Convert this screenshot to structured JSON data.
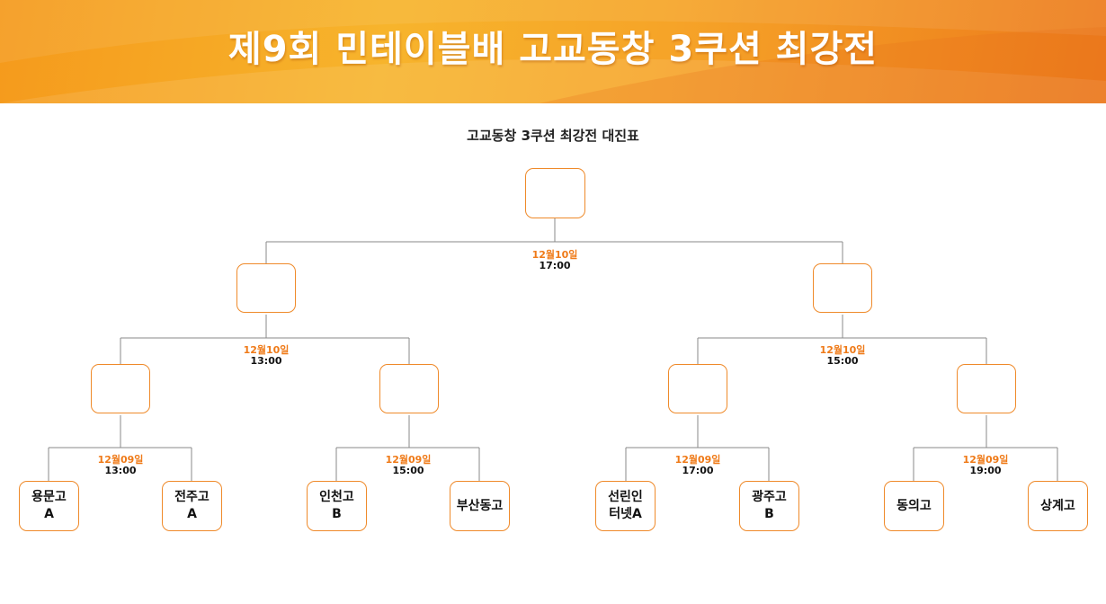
{
  "header": {
    "title": "제9회 민테이블배 고교동창 3쿠션 최강전",
    "subtitle": "고교동창 3쿠션 최강전 대진표"
  },
  "colors": {
    "banner_orange": "#f59a1c",
    "box_border": "#ef8a2a",
    "date_text": "#ef7a18",
    "line_gray": "#8a8a8a"
  },
  "bracket": {
    "final": {
      "date": "12월10일",
      "time": "17:00",
      "winner": ""
    },
    "semifinals": [
      {
        "date": "12월10일",
        "time": "13:00",
        "winner": ""
      },
      {
        "date": "12월10일",
        "time": "15:00",
        "winner": ""
      }
    ],
    "quarterfinals": [
      {
        "date": "12월09일",
        "time": "13:00",
        "winner": ""
      },
      {
        "date": "12월09일",
        "time": "15:00",
        "winner": ""
      },
      {
        "date": "12월09일",
        "time": "17:00",
        "winner": ""
      },
      {
        "date": "12월09일",
        "time": "19:00",
        "winner": ""
      }
    ],
    "teams": [
      "용문고\nA",
      "전주고\nA",
      "인천고\nB",
      "부산동고",
      "선린인\n터넷A",
      "광주고\nB",
      "동의고",
      "상계고"
    ]
  }
}
